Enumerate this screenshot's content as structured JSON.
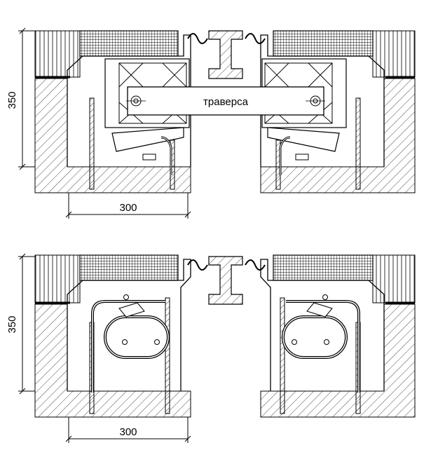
{
  "top_section": {
    "dim_height": "350",
    "dim_width": "300",
    "traverse_label": "траверса"
  },
  "bottom_section": {
    "dim_height": "350",
    "dim_width": "300"
  },
  "colors": {
    "line": "#000000",
    "background": "#ffffff"
  }
}
